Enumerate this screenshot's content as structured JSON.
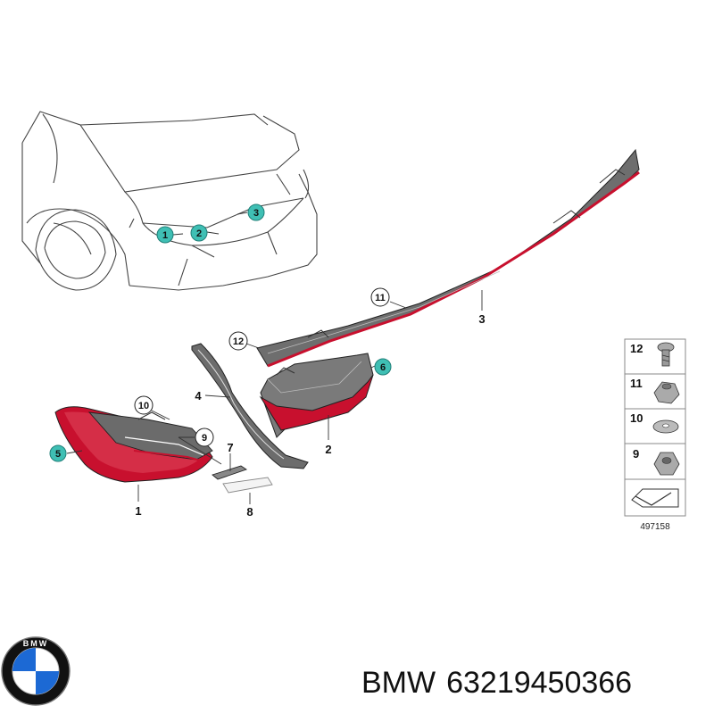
{
  "diagram": {
    "callouts": {
      "car_1": "1",
      "car_2": "2",
      "car_3": "3",
      "part_1": "1",
      "part_2": "2",
      "part_3": "3",
      "part_4": "4",
      "part_5": "5",
      "part_6": "6",
      "part_7": "7",
      "part_8": "8",
      "part_9": "9",
      "part_10": "10",
      "part_11": "11",
      "part_12": "12"
    },
    "fastener_panel": {
      "rows": [
        "12",
        "11",
        "10",
        "9"
      ],
      "reference": "497158"
    },
    "colors": {
      "lamp_red": "#c8102e",
      "callout_teal": "#3fbfb4",
      "line": "#333333"
    }
  },
  "footer": {
    "brand": "BMW",
    "part_number": "63219450366",
    "logo_text": "BMW"
  }
}
